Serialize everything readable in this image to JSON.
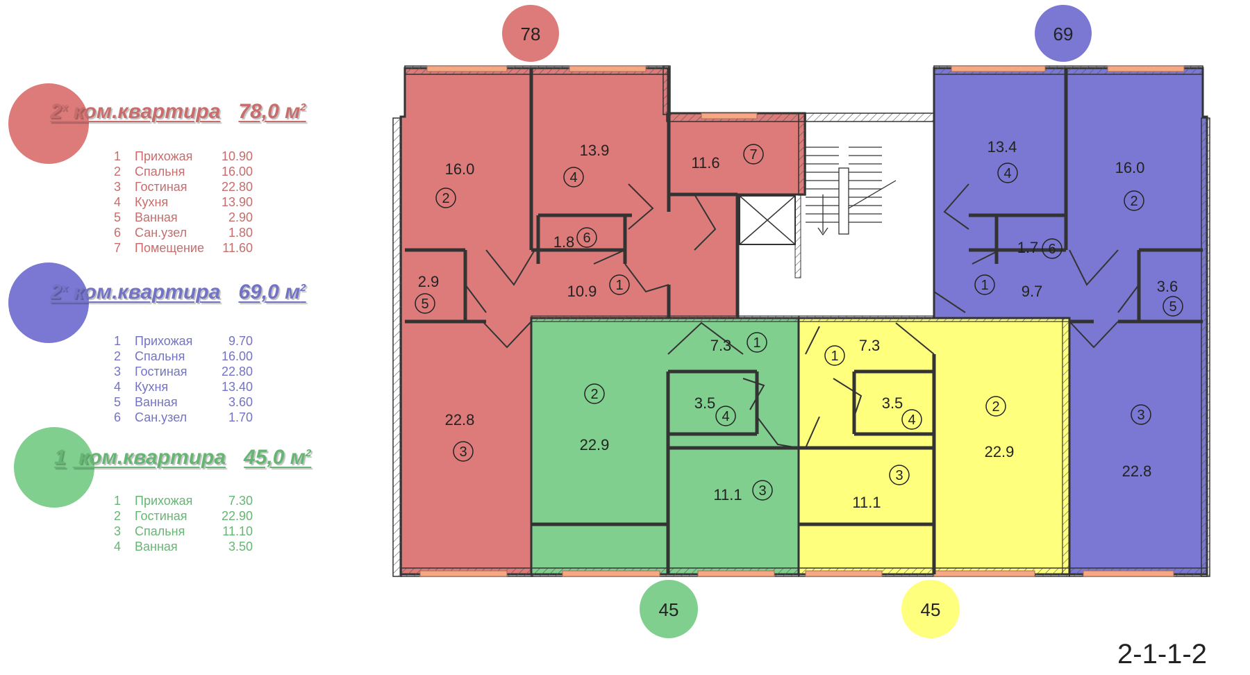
{
  "legend": {
    "apt78": {
      "prefix": "2",
      "sup": "х",
      "label": "ком.квартира",
      "area": "78,0 м",
      "unit_sup": "2",
      "color": "#dc7b7a",
      "rooms": [
        {
          "n": "1",
          "name": "Прихожая",
          "area": "10.90"
        },
        {
          "n": "2",
          "name": "Спальня",
          "area": "16.00"
        },
        {
          "n": "3",
          "name": "Гостиная",
          "area": "22.80"
        },
        {
          "n": "4",
          "name": "Кухня",
          "area": "13.90"
        },
        {
          "n": "5",
          "name": "Ванная",
          "area": "2.90"
        },
        {
          "n": "6",
          "name": "Сан.узел",
          "area": "1.80"
        },
        {
          "n": "7",
          "name": "Помещение",
          "area": "11.60"
        }
      ]
    },
    "apt69": {
      "prefix": "2",
      "sup": "х",
      "label": "ком.квартира",
      "area": "69,0 м",
      "unit_sup": "2",
      "color": "#7a78d2",
      "rooms": [
        {
          "n": "1",
          "name": "Прихожая",
          "area": "9.70"
        },
        {
          "n": "2",
          "name": "Спальня",
          "area": "16.00"
        },
        {
          "n": "3",
          "name": "Гостиная",
          "area": "22.80"
        },
        {
          "n": "4",
          "name": "Кухня",
          "area": "13.40"
        },
        {
          "n": "5",
          "name": "Ванная",
          "area": "3.60"
        },
        {
          "n": "6",
          "name": "Сан.узел",
          "area": "1.70"
        }
      ]
    },
    "apt45": {
      "prefix": "1",
      "sup": "",
      "label": "ком.квартира",
      "area": "45,0 м",
      "unit_sup": "2",
      "color": "#80cf8f",
      "rooms": [
        {
          "n": "1",
          "name": "Прихожая",
          "area": "7.30"
        },
        {
          "n": "2",
          "name": "Гостиная",
          "area": "22.90"
        },
        {
          "n": "3",
          "name": "Спальня",
          "area": "11.10"
        },
        {
          "n": "4",
          "name": "Ванная",
          "area": "3.50"
        }
      ]
    }
  },
  "colors": {
    "red": "#dc7b7a",
    "blue": "#7a78d2",
    "green": "#80cf8f",
    "yellow": "#ffff7e",
    "wall": "#3a3a3a",
    "window": "#f5a883"
  },
  "badges": {
    "apt78": "78",
    "apt69": "69",
    "apt45_green": "45",
    "apt45_yellow": "45"
  },
  "rooms_on_plan": {
    "red_2": {
      "area": "16.0",
      "n": "2"
    },
    "red_4": {
      "area": "13.9",
      "n": "4"
    },
    "red_7": {
      "area": "11.6",
      "n": "7"
    },
    "red_6": {
      "area": "1.8",
      "n": "6"
    },
    "red_5": {
      "area": "2.9",
      "n": "5"
    },
    "red_1": {
      "area": "10.9",
      "n": "1"
    },
    "red_3": {
      "area": "22.8",
      "n": "3"
    },
    "green_1": {
      "area": "7.3",
      "n": "1"
    },
    "green_2": {
      "area": "22.9",
      "n": "2"
    },
    "green_4": {
      "area": "3.5",
      "n": "4"
    },
    "green_3": {
      "area": "11.1",
      "n": "3"
    },
    "yellow_1": {
      "area": "7.3",
      "n": "1"
    },
    "yellow_4": {
      "area": "3.5",
      "n": "4"
    },
    "yellow_2": {
      "area": "22.9",
      "n": "2"
    },
    "yellow_3": {
      "area": "11.1",
      "n": "3"
    },
    "blue_4": {
      "area": "13.4",
      "n": "4"
    },
    "blue_2": {
      "area": "16.0",
      "n": "2"
    },
    "blue_6": {
      "area": "1.7",
      "n": "6"
    },
    "blue_1": {
      "area": "9.7",
      "n": "1"
    },
    "blue_5": {
      "area": "3.6",
      "n": "5"
    },
    "blue_3": {
      "area": "22.8",
      "n": "3"
    }
  },
  "plan_id": "2-1-1-2"
}
